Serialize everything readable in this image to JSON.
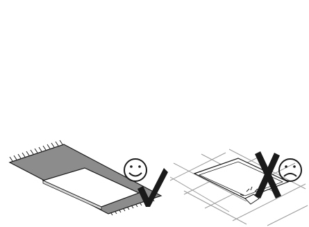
{
  "illustration": {
    "panels": [
      {
        "id": "correct",
        "verdict": "do",
        "indicator_icon": "check-mark-icon",
        "face_icon": "smiling-face-icon"
      },
      {
        "id": "incorrect",
        "verdict": "dont",
        "indicator_icon": "cross-mark-icon",
        "face_icon": "frowning-face-icon"
      }
    ],
    "colors": {
      "line": "#1a1a1a",
      "underlay": "#8c8c8c",
      "surface": "#ffffff",
      "grid": "#9a9a9a",
      "indicator": "#1a1a1a"
    }
  }
}
